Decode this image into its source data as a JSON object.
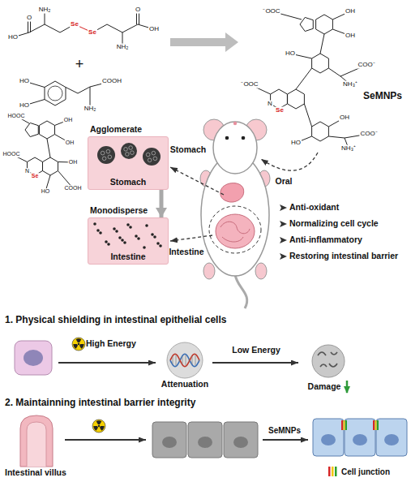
{
  "diagram": {
    "nodes": [
      {
        "text": [
          "Agglomerate",
          "Stomach"
        ]
      },
      {
        "text": [
          "Monodisperse",
          "Intestine"
        ]
      }
    ],
    "edges": [
      {
        "from": 0,
        "to": 1,
        "arrow": "to"
      }
    ],
    "labels": [
      "NH₂",
      "HO",
      "O",
      "Se",
      "Se",
      "O",
      "OH",
      "NH₂",
      "+",
      "HO",
      "HO",
      "COOH",
      "NH₂",
      "SeMNPs",
      "⁻OOC",
      "OH",
      "OH",
      "HO",
      "COO⁻",
      "NH₃⁺",
      "⁻OOC",
      "N",
      "Se",
      "OH",
      "HO",
      "COO⁻",
      "NH₃⁺",
      "HOOC",
      "OH",
      "OH",
      "HOOC",
      "N",
      "Se",
      "OH",
      "HO",
      "COOH",
      "Oral",
      "Stomach",
      "Intestine",
      "Anti-oxidant",
      "Normalizing cell cycle",
      "Anti-inflammatory",
      "Restoring intestinal barrier",
      "1. Physical shielding in intestinal epithelial cells",
      "High Energy",
      "Attenuation",
      "Low Energy",
      "Damage",
      "2. Maintainning intestinal barrier integrity",
      "Intestinal villus",
      "SeMNPs"
    ],
    "legend": [
      {
        "text": "Cell junction"
      }
    ]
  }
}
